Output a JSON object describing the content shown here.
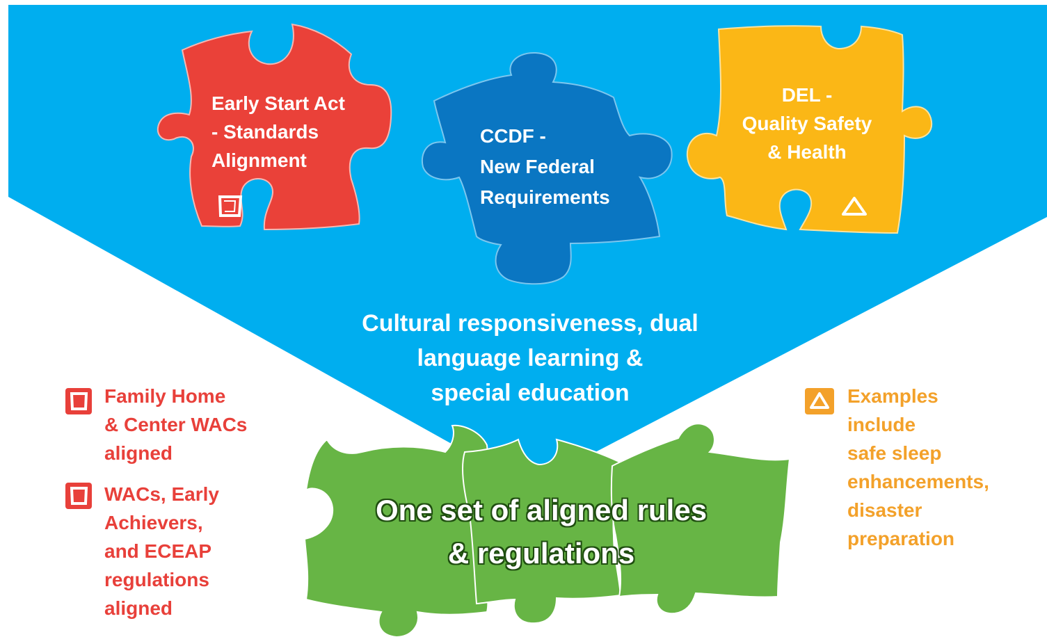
{
  "colors": {
    "background_blue": "#00aeef",
    "red_piece": "#ea4139",
    "dark_blue_piece": "#0a76c2",
    "yellow_piece": "#fbb716",
    "green_piece": "#67b545",
    "red_text": "#e8403a",
    "orange_text": "#f3a12a"
  },
  "pieces": {
    "red": {
      "lines": [
        "Early Start Act",
        "- Standards",
        "Alignment"
      ],
      "icon": "square-icon"
    },
    "blue": {
      "lines": [
        "CCDF -",
        "New Federal",
        "Requirements"
      ]
    },
    "yellow": {
      "lines": [
        "DEL -",
        "Quality Safety",
        "& Health"
      ],
      "icon": "triangle-icon"
    }
  },
  "center_text": {
    "lines": [
      "Cultural responsiveness, dual",
      "language learning &",
      "special education"
    ]
  },
  "green_title": {
    "lines": [
      "One set of aligned rules",
      "& regulations"
    ]
  },
  "left_notes": [
    {
      "icon": "square-icon",
      "lines": [
        "Family Home",
        "& Center WACs",
        "aligned"
      ]
    },
    {
      "icon": "square-icon",
      "lines": [
        "WACs, Early",
        "Achievers,",
        "and ECEAP",
        "regulations",
        "aligned"
      ]
    }
  ],
  "right_note": {
    "icon": "triangle-icon",
    "lines": [
      "Examples",
      "include",
      "safe sleep",
      "enhancements,",
      "disaster",
      "preparation"
    ]
  }
}
